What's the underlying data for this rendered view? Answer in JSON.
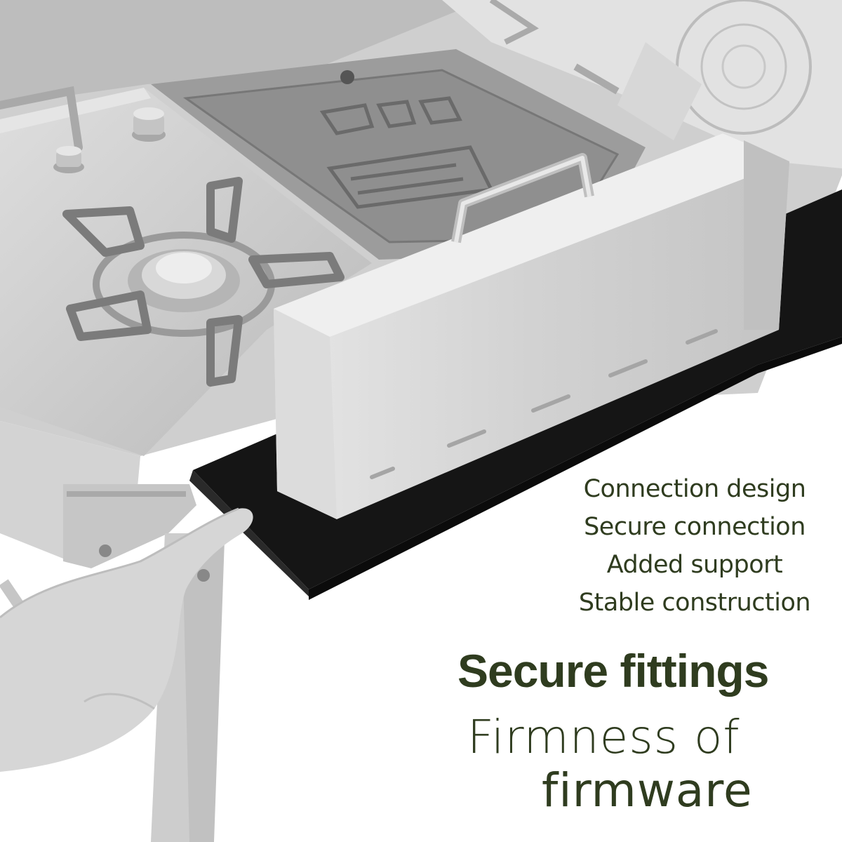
{
  "features": [
    "Connection design",
    "Secure connection",
    "Added support",
    "Stable construction"
  ],
  "headline": "Secure fittings",
  "subheadline_line1": "Firmness of",
  "subheadline_line2": "firmware",
  "colors": {
    "text": "#2f3c1f",
    "background": "#ffffff",
    "steel": "#c9c9c9",
    "black_panel": "#151515"
  }
}
